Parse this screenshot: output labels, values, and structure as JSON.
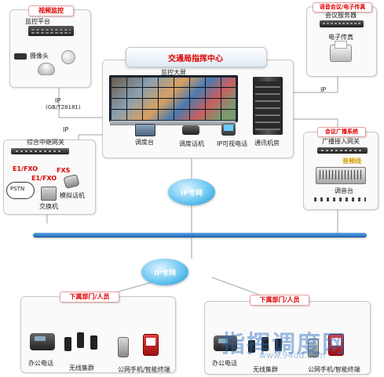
{
  "video_box": {
    "title": "视频监控",
    "platform": "监控平台",
    "camera": "摄像头"
  },
  "conference_box": {
    "title": "语音会议/电子传真",
    "server": "会议服务器",
    "fax": "电子传真"
  },
  "center": {
    "title": "交通局指挥中心",
    "screen": "监控大屏",
    "dispatch_desk": "调度台",
    "dispatch_phone": "调度话机",
    "video_phone": "IP可视电话",
    "comm_room": "通讯机房"
  },
  "links": {
    "ip_gb": "IP",
    "gb_std": "(GB/T28181)",
    "ip_left": "IP",
    "ip_right": "IP"
  },
  "gateway_box": {
    "title": "综合中继网关",
    "e1fxo_a": "E1/FXO",
    "e1fxo_b": "E1/FXO",
    "fxs": "FXS",
    "pstn": "PSTN",
    "exchange": "交换机",
    "analog_phone": "模拟话机"
  },
  "broadcast_box": {
    "title": "会议广播系统",
    "gateway": "广播接入网关",
    "audio_line": "音频线",
    "mixer": "调音台"
  },
  "clouds": {
    "top": "IP专网",
    "bottom": "IP专网"
  },
  "sub_left": {
    "title": "下属部门/人员",
    "office_phone": "办公电话",
    "wireless": "无线集群",
    "mobile": "公网手机/智能终端"
  },
  "sub_right": {
    "title": "下属部门/人员",
    "office_phone": "办公电话",
    "wireless": "无线集群",
    "mobile": "公网手机/智能终端"
  },
  "watermark": {
    "brand": "指挥调度网",
    "url": "www.94dd.com"
  },
  "colors": {
    "label_red": "#e00000",
    "line_blue": "#1e6fc0",
    "cloud_blue": "#3aa8e0"
  }
}
